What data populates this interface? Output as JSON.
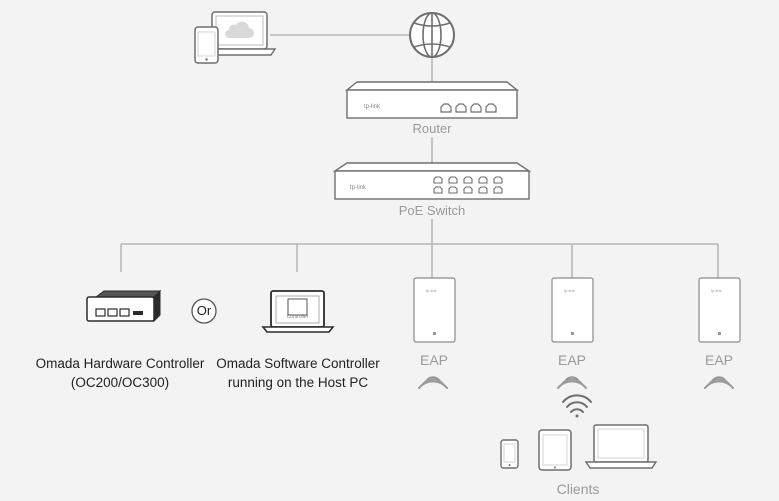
{
  "labels": {
    "router": "Router",
    "poe_switch": "PoE Switch",
    "or": "Or",
    "hw_controller_line1": "Omada Hardware Controller",
    "hw_controller_line2": "(OC200/OC300)",
    "sw_controller_line1": "Omada Software Controller",
    "sw_controller_line2": "running on the Host PC",
    "eap": "EAP",
    "clients": "Clients",
    "screen_text": "Controller"
  },
  "icons": [
    "internet-globe-icon",
    "phone-icon",
    "laptop-cloud-icon",
    "router-icon",
    "poe-switch-icon",
    "hardware-controller-icon",
    "laptop-controller-icon",
    "ceiling-ap-icon",
    "wifi-signal-icon",
    "tablet-icon",
    "laptop-icon"
  ],
  "colors": {
    "background": "#f3f3f3",
    "device_fill": "#ffffff",
    "device_stroke": "#6e6e6e",
    "line": "#aaaaaa",
    "label_gray": "#9a9a9a",
    "label_dark": "#222222",
    "dark_device": "#2b2b2b"
  }
}
